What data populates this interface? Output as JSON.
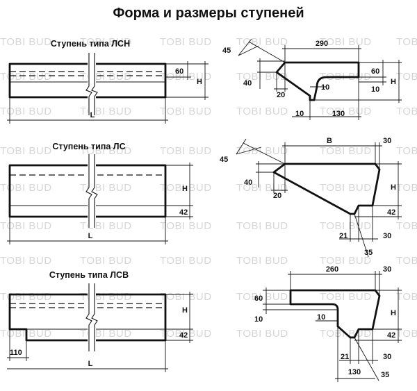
{
  "title": "Форма и размеры ступеней",
  "watermark": "TOBI BUD",
  "steps": [
    {
      "name": "Ступень типа ЛСН",
      "front": {
        "height_dim": "60",
        "height_label": "H",
        "length_label": "L"
      },
      "profile": {
        "angle": "45",
        "top_width": "290",
        "top_thickness": "60",
        "left_height": "40",
        "chamfer": "20",
        "undercut": "10",
        "step_right": "10",
        "bottom_width": "130",
        "leg": "10",
        "height_label": "H"
      }
    },
    {
      "name": "Ступень типа ЛС",
      "front": {
        "height_label": "H",
        "bottom_dim": "42",
        "length_label": "L"
      },
      "profile": {
        "angle": "45",
        "width_label": "B",
        "top_right": "30",
        "left_height": "40",
        "chamfer": "20",
        "height_label": "H",
        "bottom_right": "42",
        "dim_21": "21",
        "dim_30": "30",
        "dim_35": "35"
      }
    },
    {
      "name": "Ступень типа ЛСВ",
      "front": {
        "height_label": "H",
        "bottom_dim": "42",
        "cut": "110",
        "length_label": "L"
      },
      "profile": {
        "top_width": "260",
        "top_right": "30",
        "left_height": "60",
        "left_small": "10",
        "inner": "10",
        "height_label": "H",
        "bottom_right": "42",
        "dim_21": "21",
        "dim_30": "30",
        "bottom_width": "130",
        "dim_35": "35"
      }
    }
  ]
}
